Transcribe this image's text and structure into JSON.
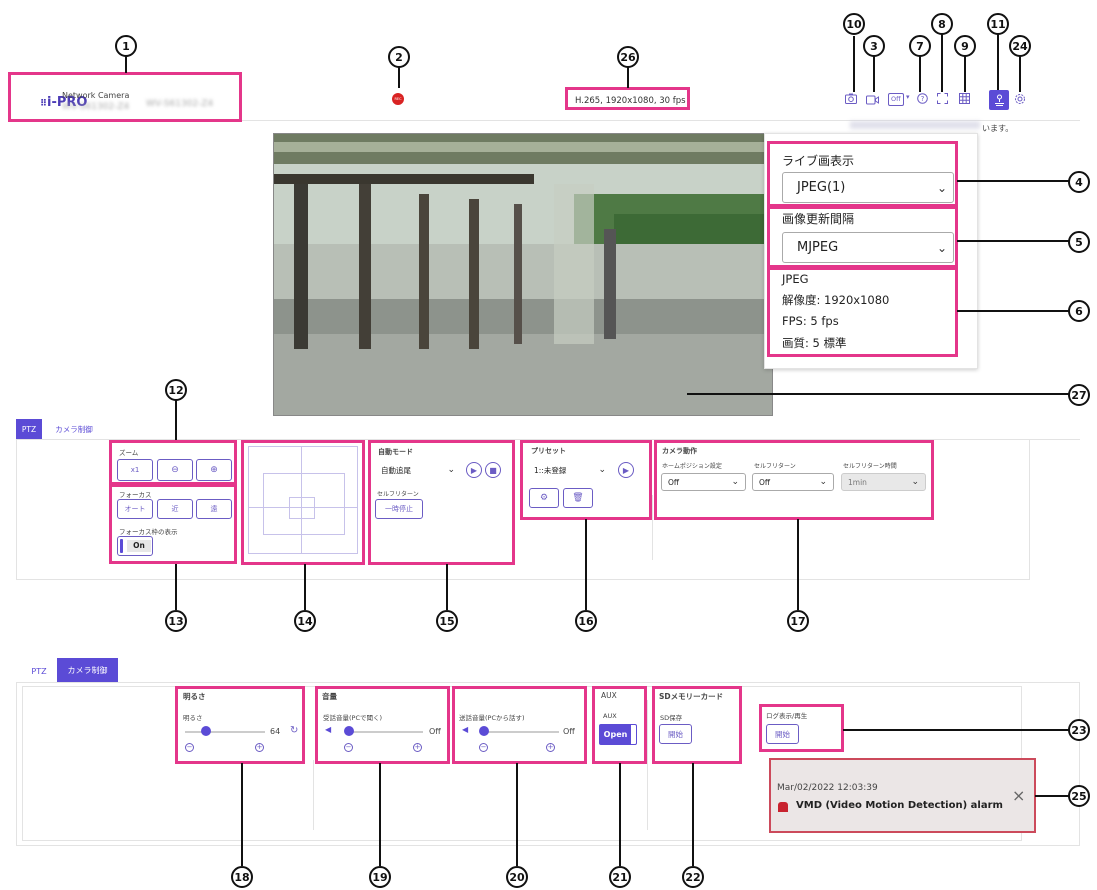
{
  "header": {
    "brand": "i-PRO",
    "network_camera": "Network Camera",
    "model_left": "WV-S61302-Z4",
    "model_right": "WV-S61302-Z4",
    "rec": "REC",
    "stream_info": "H.265, 1920x1080, 30 fps",
    "notice": "います。",
    "off_label": "Off"
  },
  "stream_popup": {
    "live_label": "ライブ画表示",
    "live_value": "JPEG(1)",
    "interval_label": "画像更新間隔",
    "interval_value": "MJPEG",
    "info_type": "JPEG",
    "info_resolution": "解像度: 1920x1080",
    "info_fps": "FPS: 5 fps",
    "info_quality": "画質: 5 標準"
  },
  "ptz_tabs": {
    "ptz": "PTZ",
    "camera": "カメラ制御"
  },
  "zoom": {
    "label": "ズーム",
    "x1": "x1"
  },
  "focus": {
    "label": "フォーカス",
    "auto": "オート",
    "near": "近",
    "far": "遠",
    "frame_label": "フォーカス枠の表示",
    "frame_value": "On"
  },
  "auto_mode": {
    "label": "自動モード",
    "value": "自動追尾",
    "self_return": "セルフリターン",
    "pause": "一時停止"
  },
  "preset": {
    "label": "プリセット",
    "value": "1::未登録"
  },
  "camera_action": {
    "label": "カメラ動作",
    "home_label": "ホームポジション設定",
    "home_value": "Off",
    "self_return_label": "セルフリターン",
    "self_return_value": "Off",
    "self_return_time_label": "セルフリターン時間",
    "self_return_time_value": "1min"
  },
  "camera_control": {
    "brightness_title": "明るさ",
    "brightness_label": "明るさ",
    "brightness_value": "64",
    "brightness_level": 64,
    "volume_title": "音量",
    "rx_label": "受話音量(PCで聞く)",
    "rx_value": "Off",
    "tx_label": "送話音量(PCから話す)",
    "tx_value": "Off",
    "aux_title": "AUX",
    "aux_label": "AUX",
    "aux_value": "Open",
    "sd_title": "SDメモリーカード",
    "sd_label": "SD保存",
    "sd_start": "開始",
    "log_label": "ログ表示/再生",
    "log_start": "開始"
  },
  "alarm": {
    "time": "Mar/02/2022 12:03:39",
    "message": "VMD (Video Motion Detection) alarm"
  },
  "callouts": [
    "1",
    "2",
    "26",
    "10",
    "3",
    "7",
    "8",
    "9",
    "11",
    "24",
    "4",
    "5",
    "6",
    "27",
    "12",
    "13",
    "14",
    "15",
    "16",
    "17",
    "18",
    "19",
    "20",
    "21",
    "22",
    "23",
    "25"
  ]
}
